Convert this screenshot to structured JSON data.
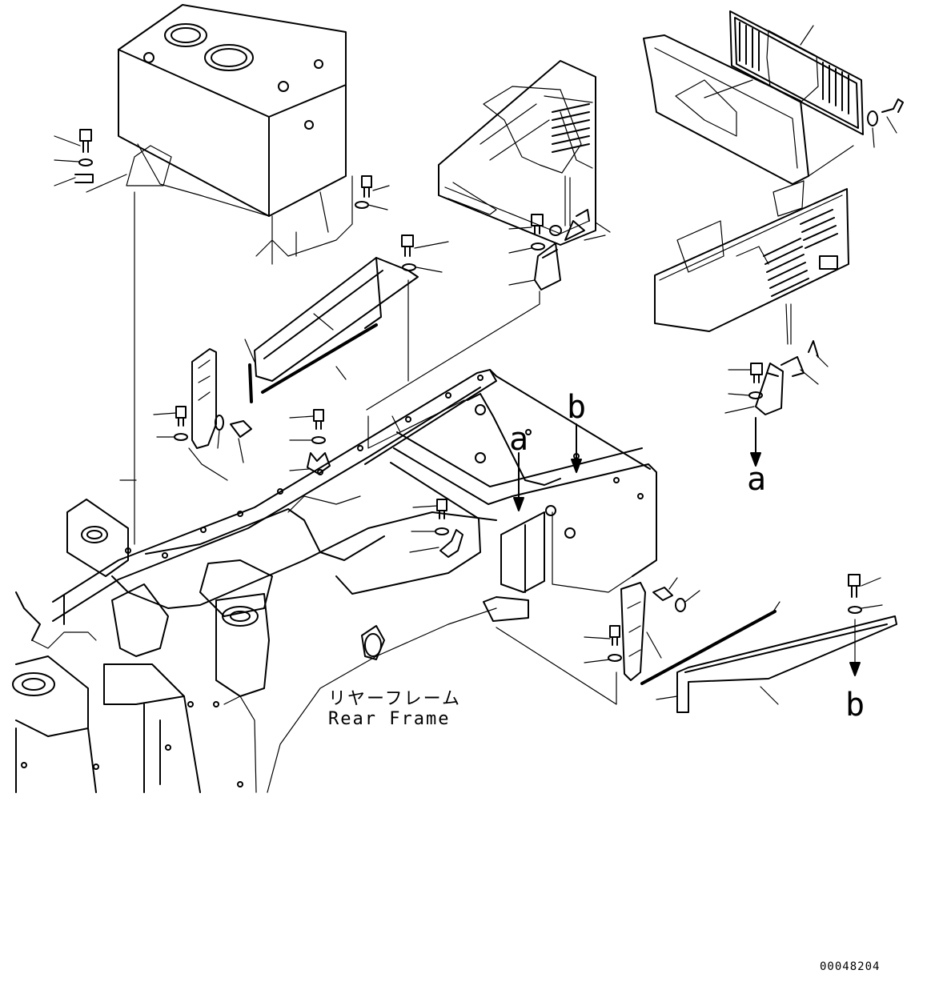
{
  "labels": {
    "frame_jp": "リヤーフレーム",
    "frame_en": "Rear Frame",
    "arrow_a_top": "a",
    "arrow_a_bottom": "a",
    "arrow_b_top": "b",
    "arrow_b_bottom": "b",
    "drawing_number": "00048204"
  }
}
